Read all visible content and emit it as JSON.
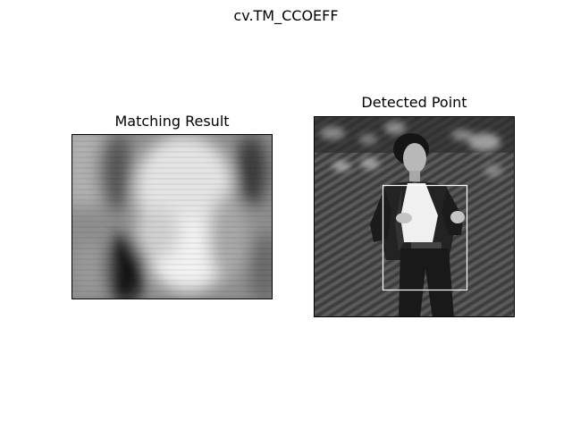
{
  "figure": {
    "suptitle": "cv.TM_CCOEFF"
  },
  "left_panel": {
    "title": "Matching Result",
    "image": "grayscale-correlation-heatmap"
  },
  "right_panel": {
    "title": "Detected Point",
    "image": "grayscale-photo-person-on-stage",
    "detection_box_color": "#ffffff"
  }
}
